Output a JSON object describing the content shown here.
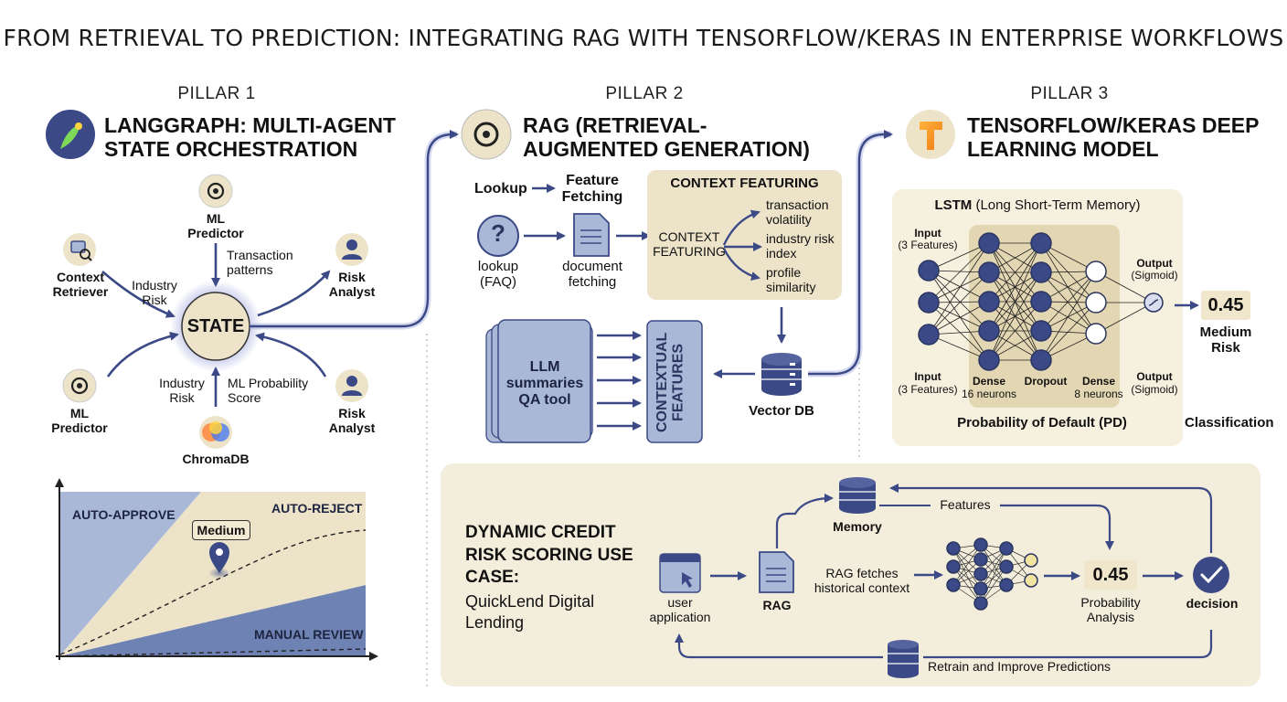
{
  "title": "FROM RETRIEVAL TO PREDICTION: INTEGRATING RAG WITH TENSORFLOW/KERAS IN ENTERPRISE WORKFLOWS",
  "pillar1": {
    "label": "PILLAR 1",
    "heading": "LANGGRAPH: MULTI-AGENT STATE ORCHESTRATION",
    "state": "STATE",
    "ml_predictor_top": "ML Predictor",
    "transaction_patterns": "Transaction patterns",
    "context_retriever": "Context Retriever",
    "industry_risk_left": "Industry Risk",
    "risk_analyst_top": "Risk Analyst",
    "ml_predictor_bottom": "ML Predictor",
    "industry_risk_bottom": "Industry Risk",
    "ml_probability_score": "ML Probability Score",
    "risk_analyst_bottom": "Risk Analyst",
    "chromadb": "ChromaDB",
    "zones": {
      "auto_approve": "AUTO-APPROVE",
      "auto_reject": "AUTO-REJECT",
      "manual_review": "MANUAL REVIEW",
      "medium": "Medium"
    },
    "colors": {
      "accent": "#3b4a86",
      "beige": "#ece3c9",
      "blue": "#aab8d8"
    }
  },
  "pillar2": {
    "label": "PILLAR 2",
    "heading": "RAG (RETRIEVAL-AUGMENTED GENERATION)",
    "lookup": "Lookup",
    "feature_fetching": "Feature Fetching",
    "lookup_faq": "lookup (FAQ)",
    "document_fetching": "document fetching",
    "context_featuring_title": "CONTEXT FEATURING",
    "context_featuring_label": "CONTEXT FEATURING",
    "features": [
      "transaction volatility",
      "industry risk index",
      "profile similarity"
    ],
    "llm_box": "LLM summaries QA tool",
    "contextual_features": "CONTEXTUAL FEATURES",
    "vector_db": "Vector DB"
  },
  "pillar3": {
    "label": "PILLAR 3",
    "heading": "TENSORFLOW/KERAS DEEP LEARNING MODEL",
    "lstm_bold": "LSTM",
    "lstm_rest": "(Long Short-Term Memory)",
    "input_top": "Input",
    "input_top_sub": "(3 Features)",
    "output_top": "Output",
    "output_top_sub": "(Sigmoid)",
    "input_bottom": "Input",
    "input_bottom_sub": "(3 Features)",
    "dense16": "Dense",
    "dense16_sub": "16 neurons",
    "dropout": "Dropout",
    "dense8": "Dense",
    "dense8_sub": "8 neurons",
    "output_bottom": "Output",
    "output_bottom_sub": "(Sigmoid)",
    "pd_label": "Probability of Default (PD)",
    "classification": "Classification",
    "value": "0.45",
    "risk": "Medium Risk"
  },
  "usecase": {
    "heading": "DYNAMIC CREDIT RISK SCORING USE CASE:",
    "sub": "QuickLend Digital Lending",
    "memory": "Memory",
    "features": "Features",
    "user_application": "user application",
    "rag": "RAG",
    "rag_fetch": "RAG fetches historical context",
    "value": "0.45",
    "probability_analysis": "Probability Analysis",
    "decision": "decision",
    "retrain": "Retrain and Improve Predictions"
  }
}
